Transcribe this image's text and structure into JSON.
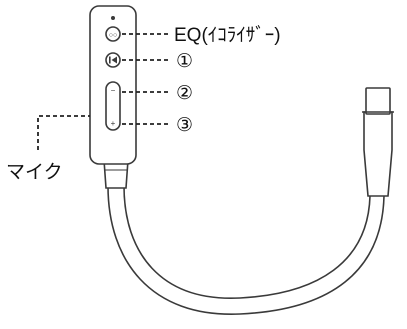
{
  "callouts": {
    "eq": "EQ(ｲｺﾗｲｻﾞｰ)",
    "one": "①",
    "two": "②",
    "three": "③",
    "mic": "マイク"
  },
  "icons": {
    "eq_button": "eq-icon",
    "skip_button": "skip-back-icon",
    "volume_rocker": "volume-rocker",
    "mic_hole": "mic-hole"
  },
  "colors": {
    "line": "#3a3a3a",
    "text": "#111111",
    "background": "#ffffff"
  }
}
